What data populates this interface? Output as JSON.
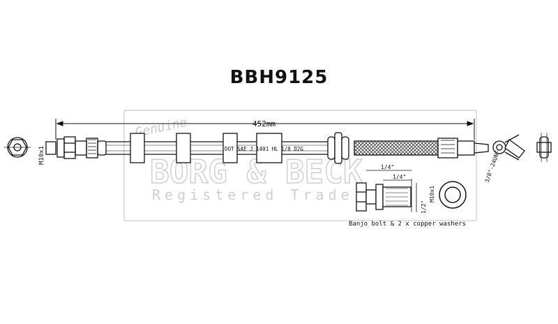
{
  "title": "BBH9125",
  "dimensions": {
    "length": "452mm",
    "thread_left": "M10x1",
    "thread_right": "3/8\"-24UNF",
    "banjo_width": "1/4\"",
    "banjo_inner": "1/4\"",
    "banjo_height": "1/2\"",
    "bolt_thread": "M10x1"
  },
  "hose_print": "DOT SAE J 1401 HL 1/8 D2G",
  "accessory_note": "Banjo bolt & 2 x copper washers",
  "watermark": {
    "script": "Genuine",
    "brand": "BORG & BECK",
    "tagline": "Registered Trade Mark"
  }
}
